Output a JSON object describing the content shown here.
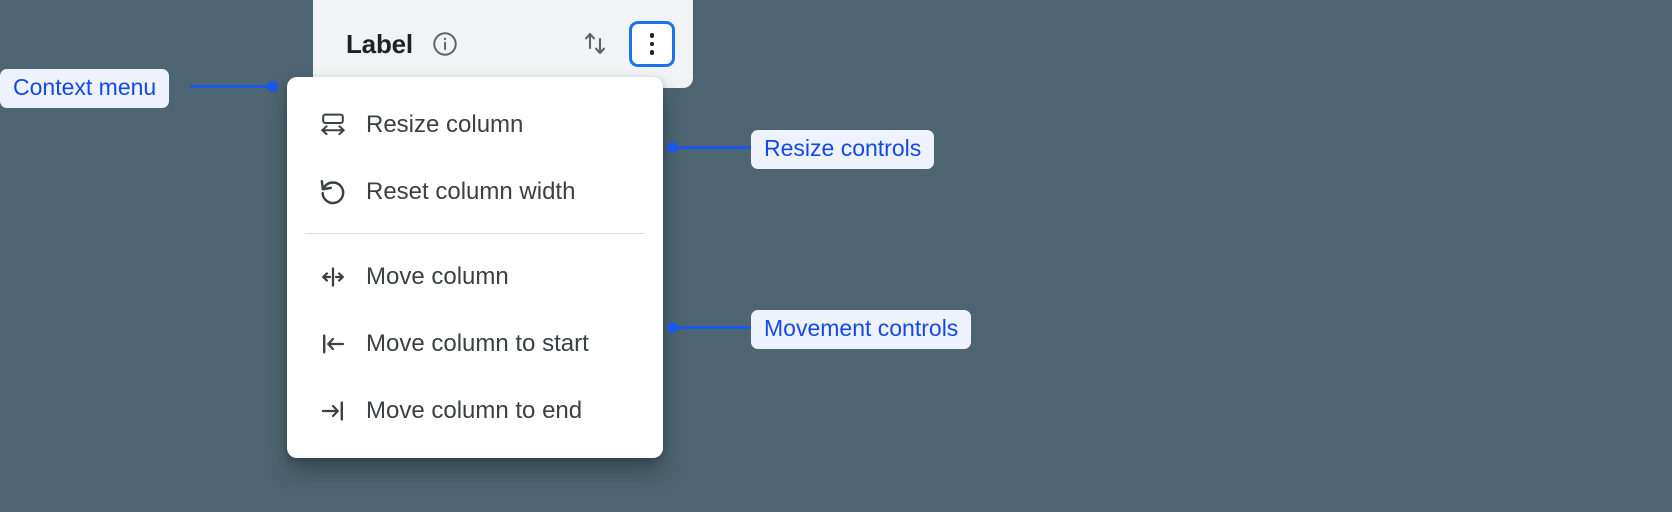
{
  "background_color": "#4d6570",
  "accent_color": "#1a73e8",
  "annotation_color": "#1449e6",
  "annotation_pill_bg": "#eef2fd",
  "header": {
    "card_bg": "#f1f3f4",
    "label": "Label",
    "info_icon": "info-circle-icon",
    "sort_icon": "sort-arrows-icon",
    "menu_icon": "more-vert-icon"
  },
  "context_menu": {
    "groups": [
      {
        "name": "resize",
        "items": [
          {
            "icon": "resize-column-icon",
            "label": "Resize column"
          },
          {
            "icon": "reset-width-icon",
            "label": "Reset column width"
          }
        ]
      },
      {
        "name": "movement",
        "items": [
          {
            "icon": "move-column-icon",
            "label": "Move column"
          },
          {
            "icon": "move-to-start-icon",
            "label": "Move column to start"
          },
          {
            "icon": "move-to-end-icon",
            "label": "Move column to end"
          }
        ]
      }
    ]
  },
  "annotations": [
    {
      "id": "context-menu",
      "label": "Context menu"
    },
    {
      "id": "resize-controls",
      "label": "Resize controls"
    },
    {
      "id": "movement-controls",
      "label": "Movement controls"
    }
  ]
}
